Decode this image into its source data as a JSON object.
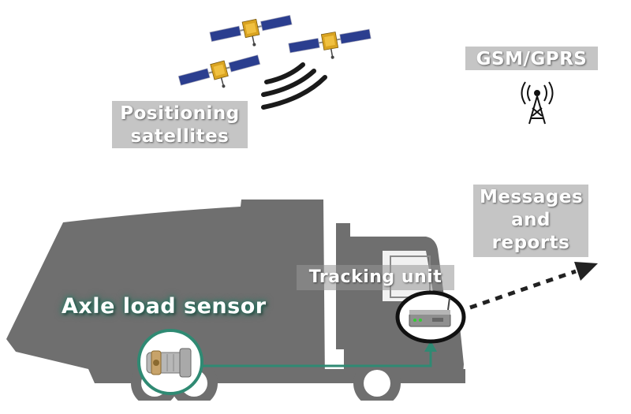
{
  "labels": {
    "satellites": "Positioning\nsatellites",
    "gsm": "GSM/GPRS",
    "messages": "Messages\nand\nreports",
    "tracking_unit": "Tracking unit",
    "axle_sensor": "Axle load sensor"
  },
  "icons": [
    "satellite-icon",
    "signal-waves-icon",
    "cell-tower-icon",
    "truck-silhouette",
    "tracking-device-icon",
    "axle-sensor-icon",
    "arrow-icon"
  ],
  "colors": {
    "truck": "#6f6f6f",
    "accent": "#2f8a73",
    "label_bg": "#9a9a9a"
  }
}
